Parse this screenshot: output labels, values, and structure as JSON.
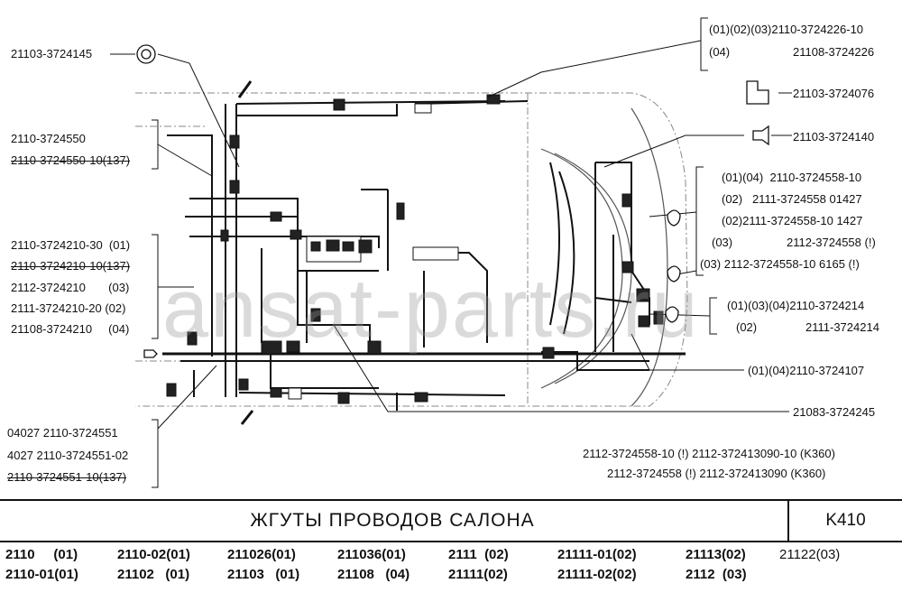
{
  "labels": {
    "l1": "21103-3724145",
    "l2": "2110-3724550",
    "l3": "2110-3724550-10(137)",
    "l4": "2110-3724210-30  (01)",
    "l5": "2110-3724210-10(137)",
    "l6": "2112-3724210       (03)",
    "l7": "2111-3724210-20 (02)",
    "l8": "21108-3724210     (04)",
    "l9": "04027 2110-3724551",
    "l10": "4027 2110-3724551-02",
    "l11": "2110-3724551-10(137)",
    "r1a": "(01)(02)(03)2110-3724226-10",
    "r1b": "(04)",
    "r1c": "21108-3724226",
    "r2": "21103-3724076",
    "r3": "21103-3724140",
    "r4a": "(01)(04)  2110-3724558-10",
    "r4b": "(02)   2111-3724558 01427",
    "r4c": "(02)2111-3724558-10 1427",
    "r4d": "(03)",
    "r4e": "2112-3724558 (!)",
    "r4f": "(03) 2112-3724558-10 6165 (!)",
    "r5a": "(01)(03)(04)2110-3724214",
    "r5b": "(02)",
    "r5c": "2111-3724214",
    "r6": "(01)(04)2110-3724107",
    "r7": "21083-3724245",
    "n1": "2112-3724558-10 (!) 2112-372413090-10 (K360)",
    "n2": "2112-3724558 (!) 2112-372413090 (K360)"
  },
  "title": "ЖГУТЫ  ПРОВОДОВ  САЛОНА",
  "page_code": "K410",
  "models": [
    {
      "name": "2110",
      "code": "(01)"
    },
    {
      "name": "2110-02",
      "code": "(01)"
    },
    {
      "name": "211026",
      "code": "(01)"
    },
    {
      "name": "211036",
      "code": "(01)"
    },
    {
      "name": "2111",
      "code": "(02)"
    },
    {
      "name": "21111-01",
      "code": "(02)"
    },
    {
      "name": "21113",
      "code": "(02)"
    },
    {
      "name": "21122",
      "code": "(03)"
    },
    {
      "name": "2110-01",
      "code": "(01)"
    },
    {
      "name": "21102",
      "code": "(01)"
    },
    {
      "name": "21103",
      "code": "(01)"
    },
    {
      "name": "21108",
      "code": "(04)"
    },
    {
      "name": "21111",
      "code": "(02)"
    },
    {
      "name": "21111-02",
      "code": "(02)"
    },
    {
      "name": "2112",
      "code": "(03)"
    }
  ],
  "watermark": "ansat-parts.ru"
}
